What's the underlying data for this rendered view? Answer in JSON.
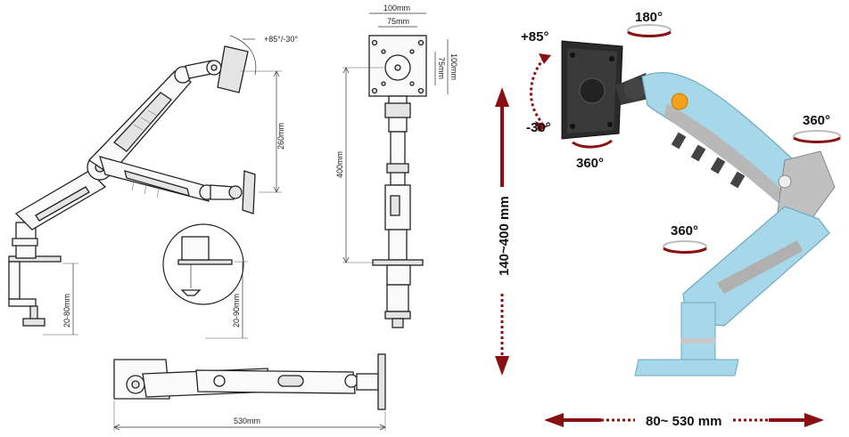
{
  "left_drawing": {
    "tilt_label": "+85°/-30°",
    "height_label": "260mm",
    "clamp_label": "20-80mm"
  },
  "front_drawing": {
    "width_label": "100mm",
    "vesa_inner_label": "75mm",
    "vesa_side_inner_label": "75mm",
    "vesa_side_label": "100mm",
    "height_label": "400mm"
  },
  "detail_circle": {
    "clamp_label": "20-90mm"
  },
  "top_drawing": {
    "reach_label": "530mm"
  },
  "product_view": {
    "tilt_up_label": "+85°",
    "tilt_down_label": "-30°",
    "swivel_top_label": "180°",
    "plate_rotation_label": "360°",
    "arm_rotation_label": "360°",
    "base_rotation_label": "360°",
    "height_range_label": "140~400 mm",
    "reach_range_label": "80~ 530 mm",
    "arm_color": "#a6d8ea",
    "accent_color": "#8a1113"
  }
}
